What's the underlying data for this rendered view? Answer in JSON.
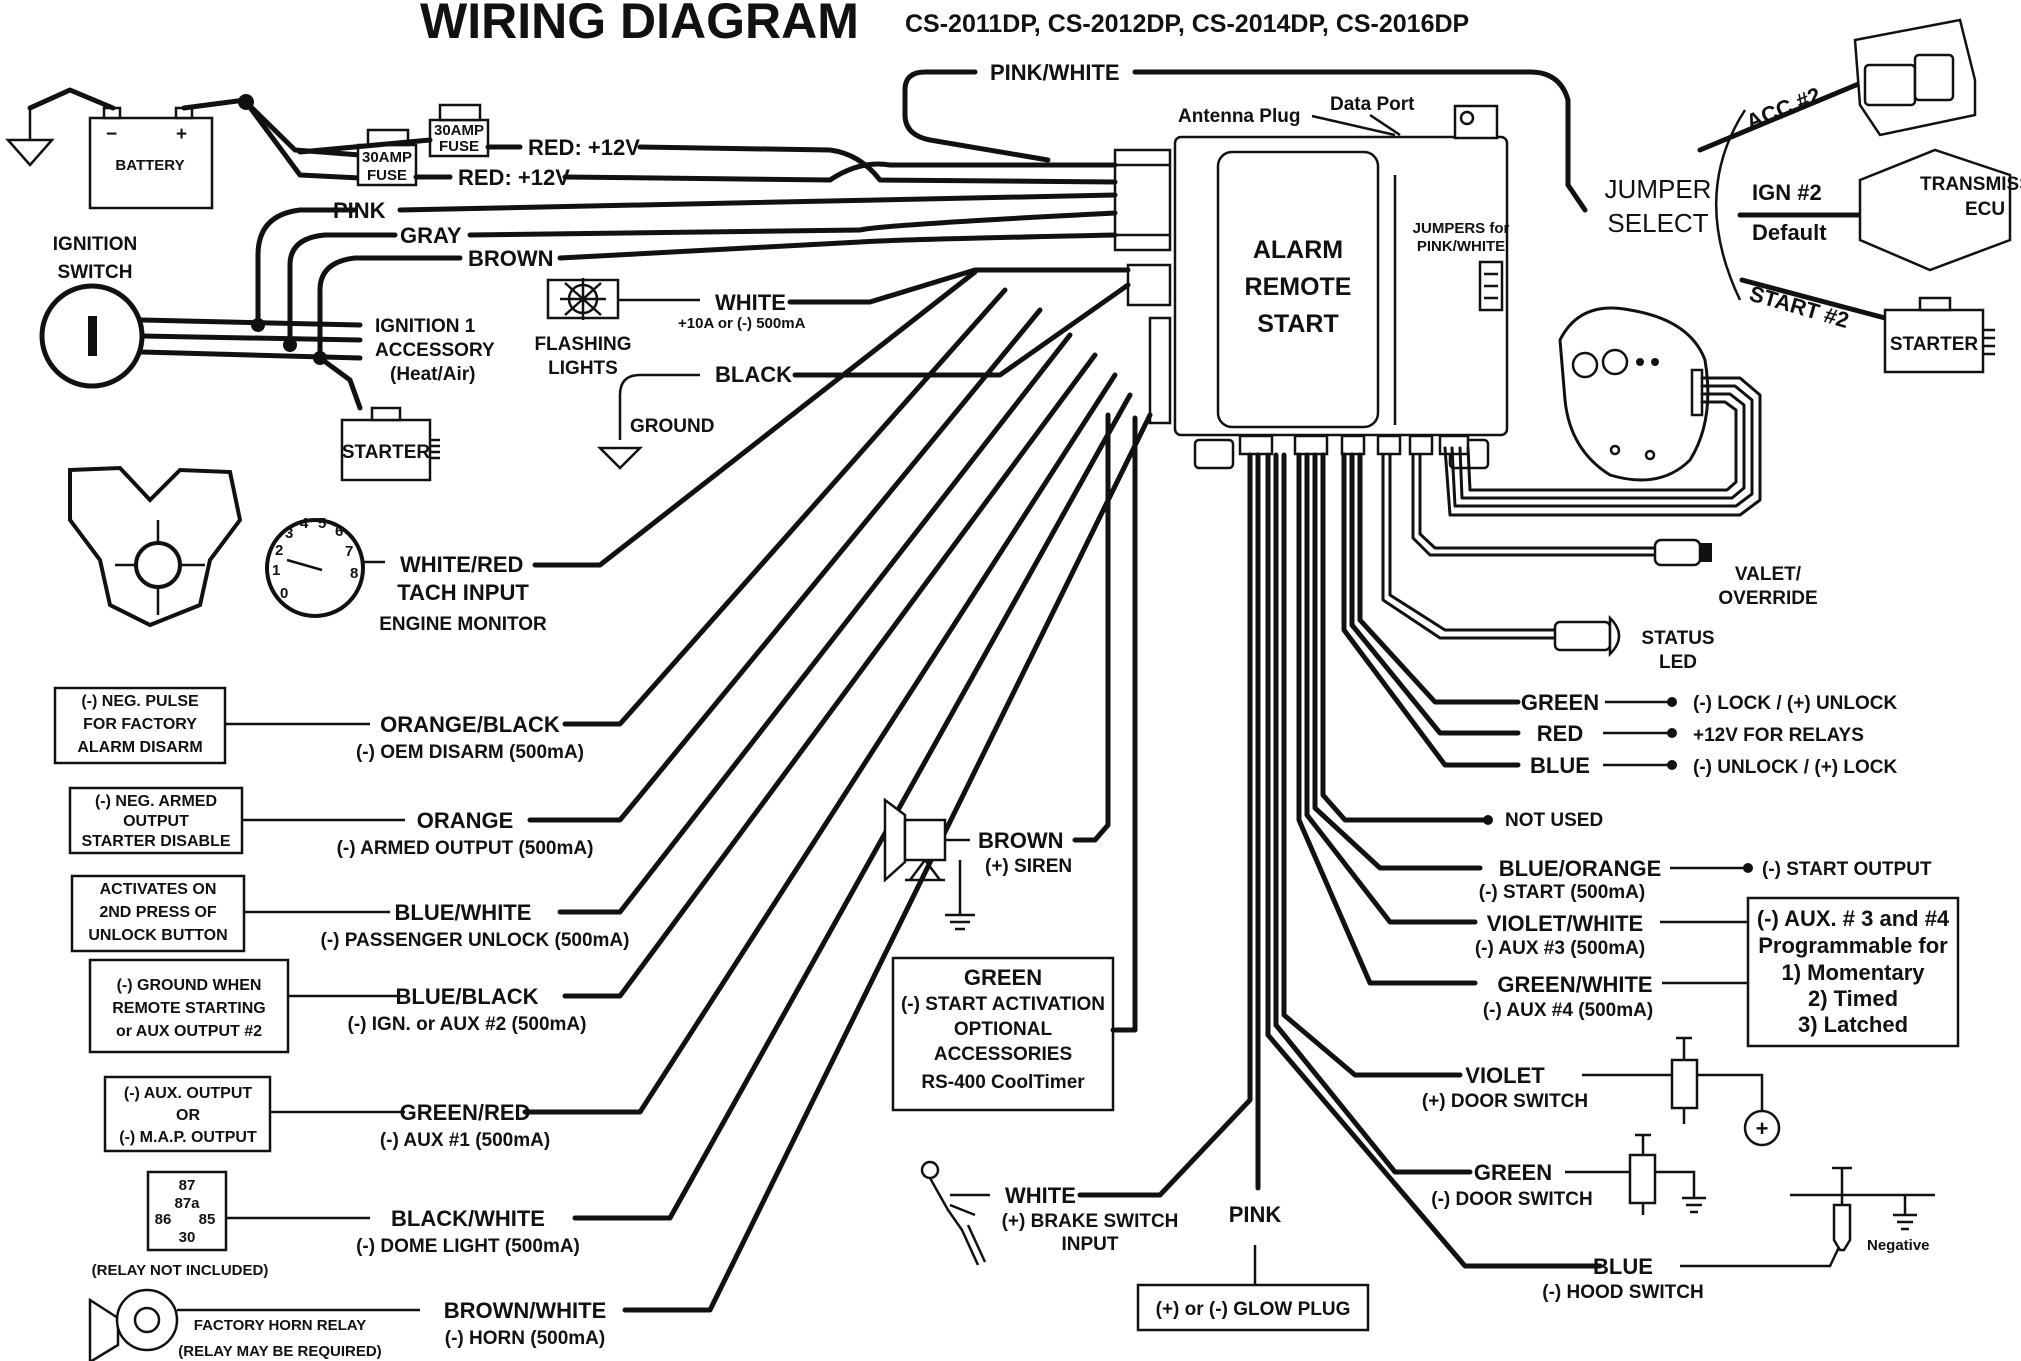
{
  "title": "WIRING DIAGRAM",
  "models": "CS-2011DP, CS-2012DP, CS-2014DP, CS-2016DP",
  "module": {
    "line1": "ALARM",
    "line2": "REMOTE",
    "line3": "START",
    "jumpers_line1": "JUMPERS for",
    "jumpers_line2": "PINK/WHITE",
    "antenna": "Antenna Plug",
    "data_port": "Data Port"
  },
  "power": {
    "battery": "BATTERY",
    "fuse_top_1": "30AMP",
    "fuse_top_2": "FUSE",
    "fuse_bottom_1": "30AMP",
    "fuse_bottom_2": "FUSE",
    "red1": "RED: +12V",
    "red2": "RED: +12V"
  },
  "ignition": {
    "pink": "PINK",
    "gray": "GRAY",
    "brown": "BROWN",
    "switch_line1": "IGNITION",
    "switch_line2": "SWITCH",
    "ign1": "IGNITION 1",
    "accessory": "ACCESSORY",
    "heat_air": "(Heat/Air)",
    "starter": "STARTER"
  },
  "pink_white": "PINK/WHITE",
  "flashing": {
    "white": "WHITE",
    "spec": "+10A or (-) 500mA",
    "lights_line1": "FLASHING",
    "lights_line2": "LIGHTS",
    "black": "BLACK",
    "ground": "GROUND"
  },
  "jumper_select": {
    "line1": "JUMPER",
    "line2": "SELECT",
    "acc2": "ACC #2",
    "ign2": "IGN #2",
    "default": "Default",
    "start2": "START #2",
    "transmission_line1": "TRANSMISSION",
    "transmission_line2": "ECU",
    "starter": "STARTER"
  },
  "tach": {
    "wire": "WHITE/RED",
    "line2": "TACH INPUT",
    "line3": "ENGINE MONITOR",
    "dial": [
      "0",
      "1",
      "2",
      "3",
      "4",
      "5",
      "6",
      "7",
      "8"
    ]
  },
  "left_outputs": [
    {
      "wire": "ORANGE/BLACK",
      "desc": "(-) OEM DISARM (500mA)",
      "box": [
        "(-) NEG. PULSE",
        "FOR FACTORY",
        "ALARM DISARM"
      ]
    },
    {
      "wire": "ORANGE",
      "desc": "(-) ARMED OUTPUT (500mA)",
      "box": [
        "(-) NEG. ARMED",
        "OUTPUT",
        "STARTER DISABLE"
      ]
    },
    {
      "wire": "BLUE/WHITE",
      "desc": "(-) PASSENGER UNLOCK (500mA)",
      "box": [
        "ACTIVATES ON",
        "2ND PRESS OF",
        "UNLOCK BUTTON"
      ]
    },
    {
      "wire": "BLUE/BLACK",
      "desc": "(-) IGN. or AUX #2 (500mA)",
      "box": [
        "(-) GROUND WHEN",
        "REMOTE STARTING",
        "or  AUX OUTPUT #2"
      ]
    },
    {
      "wire": "GREEN/RED",
      "desc": "(-) AUX #1  (500mA)",
      "box": [
        "(-) AUX. OUTPUT",
        "OR",
        "(-) M.A.P. OUTPUT"
      ]
    },
    {
      "wire": "BLACK/WHITE",
      "desc": "(-) DOME LIGHT  (500mA)"
    },
    {
      "wire": "BROWN/WHITE",
      "desc": "(-) HORN  (500mA)"
    }
  ],
  "relay": {
    "p87": "87",
    "p87a": "87a",
    "p86": "86",
    "p85": "85",
    "p30": "30",
    "note": "(RELAY NOT INCLUDED)"
  },
  "horn": {
    "line1": "FACTORY HORN RELAY",
    "line2": "(RELAY MAY BE REQUIRED)"
  },
  "siren": {
    "wire": "BROWN",
    "desc": "(+) SIREN"
  },
  "green_box": [
    "GREEN",
    "(-) START ACTIVATION",
    "OPTIONAL",
    "ACCESSORIES",
    "RS-400 CoolTimer"
  ],
  "brake": {
    "wire": "WHITE",
    "line1": "(+) BRAKE SWITCH",
    "line2": "INPUT"
  },
  "pink": {
    "wire": "PINK",
    "box": "(+) or (-) GLOW PLUG"
  },
  "valet": {
    "line1": "VALET/",
    "line2": "OVERRIDE"
  },
  "status_led": {
    "line1": "STATUS",
    "line2": "LED"
  },
  "right_outputs": [
    {
      "wire": "GREEN",
      "desc": "(-) LOCK / (+) UNLOCK"
    },
    {
      "wire": "RED",
      "desc": "+12V FOR RELAYS"
    },
    {
      "wire": "BLUE",
      "desc": "(-) UNLOCK / (+) LOCK"
    },
    {
      "desc": "NOT USED"
    },
    {
      "wire": "BLUE/ORANGE",
      "sub": "(-) START (500mA)",
      "desc": "(-) START OUTPUT"
    },
    {
      "wire": "VIOLET/WHITE",
      "sub": "(-) AUX #3 (500mA)"
    },
    {
      "wire": "GREEN/WHITE",
      "sub": "(-) AUX #4 (500mA)"
    }
  ],
  "aux_box": [
    "(-) AUX. # 3 and #4",
    "Programmable for",
    "1) Momentary",
    "2) Timed",
    "3) Latched"
  ],
  "door": {
    "violet": "VIOLET",
    "violet_desc": "(+) DOOR SWITCH",
    "plus": "+",
    "green": "GREEN",
    "green_desc": "(-) DOOR SWITCH",
    "blue": "BLUE",
    "blue_desc": "(-) HOOD SWITCH",
    "negative": "Negative"
  }
}
